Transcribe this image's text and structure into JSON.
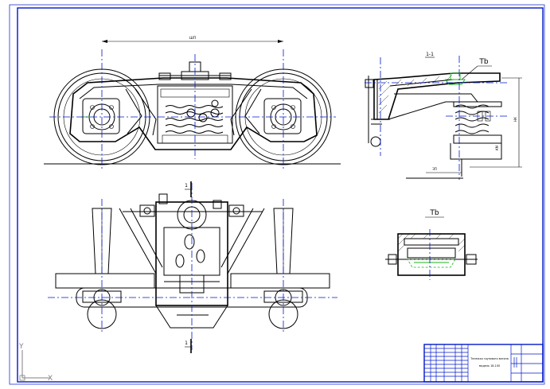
{
  "sheet": {
    "frame_color": "#0018c8",
    "axis_color": "#0018c8",
    "highlight_color": "#18b418"
  },
  "labels": {
    "section_mark": "1-1",
    "section_mark_top": "1",
    "section_mark_bottom": "1",
    "detail_mark_top": "Тb",
    "detail_mark": "Тb",
    "dim_top": "ШП",
    "dim_right": "НК",
    "dim_right2": "КМ",
    "dim_bottom": "ЗП",
    "title_line1": "Тележка грузового вагона",
    "title_line2": "модель 18-100"
  },
  "ucs": {
    "axis_y": "Y",
    "axis_x": "X"
  }
}
